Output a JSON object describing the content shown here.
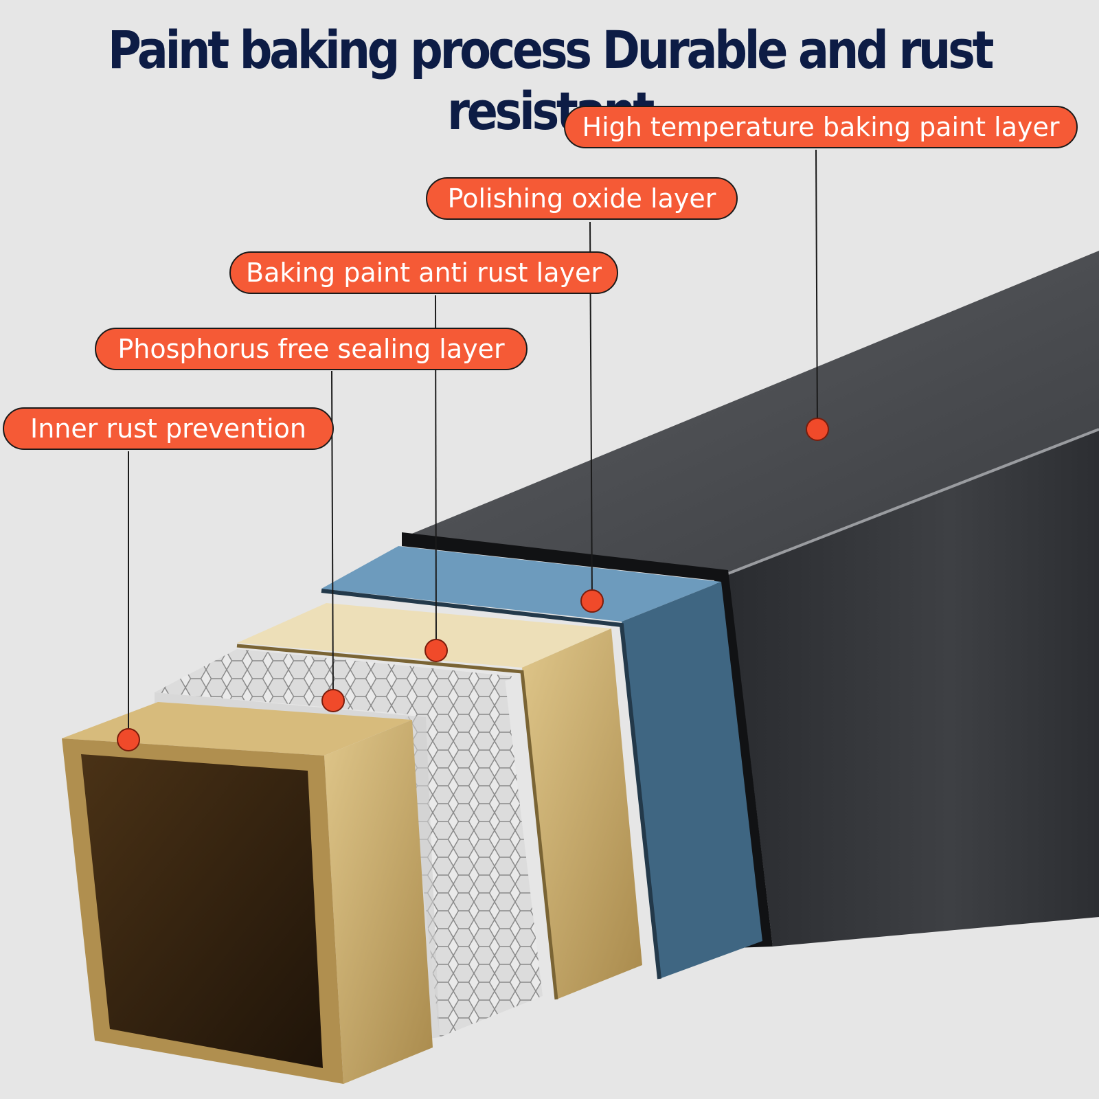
{
  "title": "Paint baking process Durable and rust resistant",
  "colors": {
    "title": "#0d1c45",
    "label_fill": "#f55a36",
    "label_text": "#ffffff",
    "background": "#e6e6e6"
  },
  "layers": [
    {
      "label": "High temperature baking paint layer",
      "layer_color": "#2b2d30"
    },
    {
      "label": "Polishing oxide layer",
      "layer_color": "#4f7a99"
    },
    {
      "label": "Baking paint anti rust layer",
      "layer_color": "#e8d9b0"
    },
    {
      "label": "Phosphorus free sealing layer",
      "layer_color": "#e4e4e4"
    },
    {
      "label": "Inner rust prevention",
      "layer_color": "#c9a763"
    }
  ]
}
